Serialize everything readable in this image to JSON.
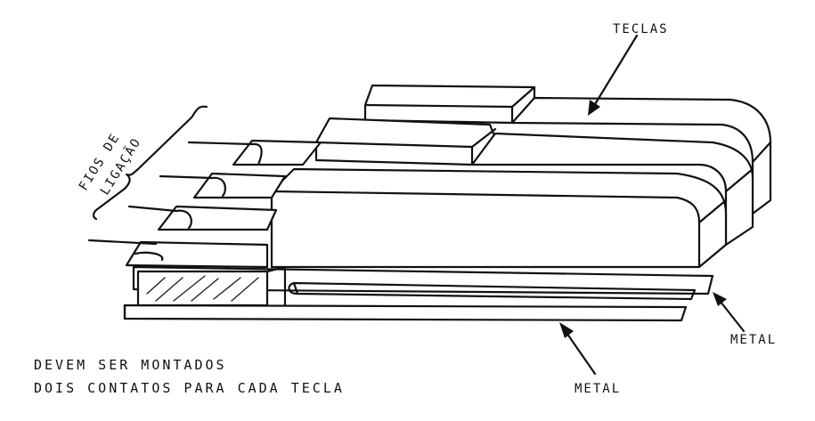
{
  "labels": {
    "teclas": "TECLAS",
    "fios_line1": "FIOS DE",
    "fios_line2": "LIGAÇÃO",
    "metal_right": "METAL",
    "metal_bottom": "METAL"
  },
  "caption": {
    "line1": "DEVEM SER MONTADOS",
    "line2": "DOIS CONTATOS PARA CADA TECLA"
  },
  "colors": {
    "ink": "#111111",
    "paper": "#ffffff"
  }
}
